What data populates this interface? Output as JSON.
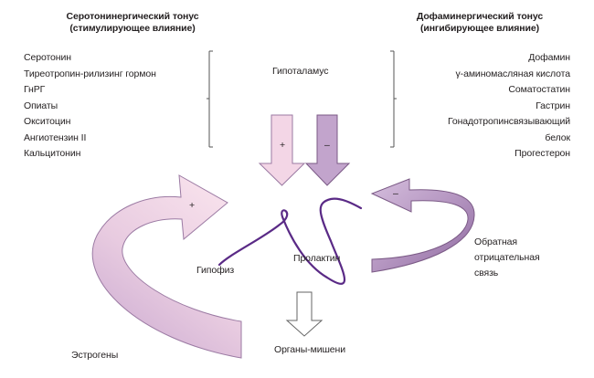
{
  "left_header": {
    "line1": "Серотонинергический тонус",
    "line2": "(стимулирующее влияние)"
  },
  "right_header": {
    "line1": "Дофаминергический тонус",
    "line2": "(ингибирующее влияние)"
  },
  "left_list": [
    "Серотонин",
    "Тиреотропин-рилизинг гормон",
    "ГнРГ",
    "Опиаты",
    "Окситоцин",
    "Ангиотензин II",
    "Кальцитонин"
  ],
  "right_list": [
    "Дофамин",
    "γ-аминомасляная кислота",
    "Соматостатин",
    "Гастрин",
    "Гонадотропинсвязывающий",
    "белок",
    "Прогестерон"
  ],
  "labels": {
    "hypothalamus": "Гипоталамус",
    "pituitary": "Гипофиз",
    "prolactin": "Пролактин",
    "target_organs": "Органы-мишени",
    "estrogens": "Эстрогены",
    "feedback_line1": "Обратная",
    "feedback_line2": "отрицательная",
    "feedback_line3": "связь"
  },
  "signs": {
    "plus": "+",
    "minus": "–"
  },
  "colors": {
    "text": "#231f20",
    "light_pink": "#f3d6e6",
    "pink_stroke": "#9b7aa3",
    "mauve": "#c2a4cc",
    "mauve_stroke": "#7b5a86",
    "purple_curve": "#5a2a86",
    "bracket": "#555555",
    "outline": "#666666"
  }
}
